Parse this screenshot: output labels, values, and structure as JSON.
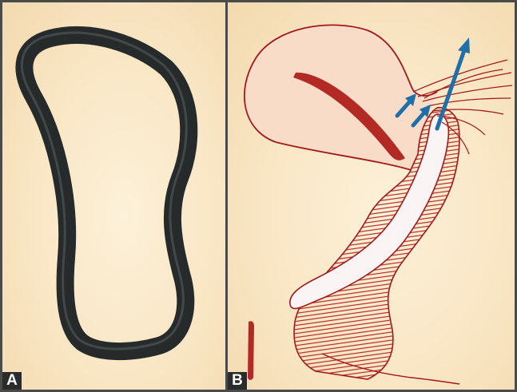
{
  "panels": {
    "a": {
      "label": "A"
    },
    "b": {
      "label": "B"
    }
  },
  "colors": {
    "ring": "#2a2d2e",
    "outline": "#a3191c",
    "hatch": "#b32a24",
    "arrow": "#1f6fa8",
    "background": "#f9e6c4",
    "frame": "#4a4a48"
  },
  "icons": {
    "panel_a": "pessary-ring-icon",
    "panel_b": "anatomy-cross-section-drawing"
  }
}
